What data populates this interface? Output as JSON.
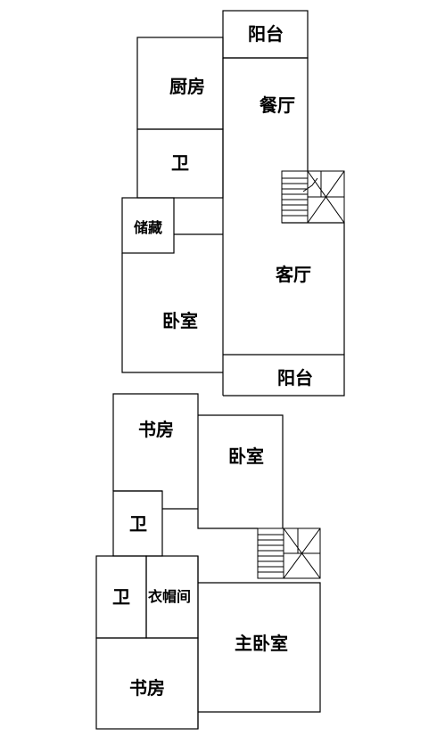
{
  "upper_floor": {
    "rooms": {
      "balcony_top": "阳台",
      "kitchen": "厨房",
      "dining": "餐厅",
      "bath": "卫",
      "storage": "储藏",
      "living": "客厅",
      "bedroom": "卧室",
      "balcony_bottom": "阳台"
    }
  },
  "lower_floor": {
    "rooms": {
      "study_top": "书房",
      "bedroom": "卧室",
      "bath_small": "卫",
      "bath": "卫",
      "closet": "衣帽间",
      "master_bedroom": "主卧室",
      "study_bottom": "书房"
    }
  }
}
